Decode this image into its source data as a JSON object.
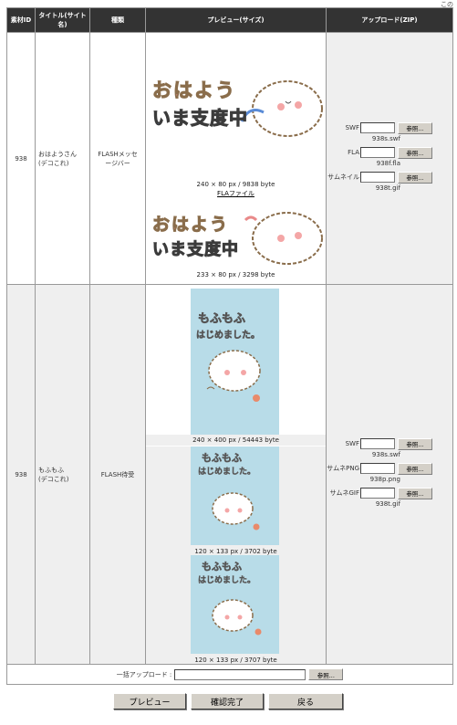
{
  "top_note": "この",
  "table": {
    "headers": [
      "素材ID",
      "タイトル(サイト名)",
      "種類",
      "プレビュー(サイズ)",
      "アップロード(ZIP)"
    ]
  },
  "rows": [
    {
      "id": "938",
      "title": "おはようさん\n(デコこれ)",
      "type": "FLASHメッセージバー",
      "banner_text": [
        "おはよう",
        "いま支度中"
      ],
      "preview_1_caption": "240 × 80 px / 9838 byte",
      "fla_link": "FLAファイル",
      "preview_2_caption": "233 × 80 px / 3298 byte",
      "uploads": [
        {
          "label": "SWF",
          "button": "参照...",
          "filename": "938s.swf"
        },
        {
          "label": "FLA",
          "button": "参照...",
          "filename": "938f.fla"
        },
        {
          "label": "サムネイル",
          "button": "参照...",
          "filename": "938t.gif"
        }
      ]
    },
    {
      "id": "938",
      "title": "もふもふ\n(デコこれ)",
      "type": "FLASH待受",
      "panel_text": [
        "もふもふ",
        "はじめました。"
      ],
      "preview_1_caption": "240 × 400 px / 54443 byte",
      "preview_2_caption": "120 × 133 px / 3702 byte",
      "preview_3_caption": "120 × 133 px / 3707 byte",
      "uploads": [
        {
          "label": "SWF",
          "button": "参照...",
          "filename": "938s.swf"
        },
        {
          "label": "サムネPNG",
          "button": "参照...",
          "filename": "938p.png"
        },
        {
          "label": "サムネGIF",
          "button": "参照...",
          "filename": "938t.gif"
        }
      ]
    }
  ],
  "bulk": {
    "label": "一括アップロード :",
    "button": "参照..."
  },
  "footer": {
    "preview": "プレビュー",
    "confirm": "確認完了",
    "back": "戻る"
  },
  "colors": {
    "header_bg": "#333333",
    "upload_bg": "#efefef",
    "sky": "#b8dce8",
    "pink": "#e98a8a",
    "blue_text": "#5a8bd6"
  }
}
